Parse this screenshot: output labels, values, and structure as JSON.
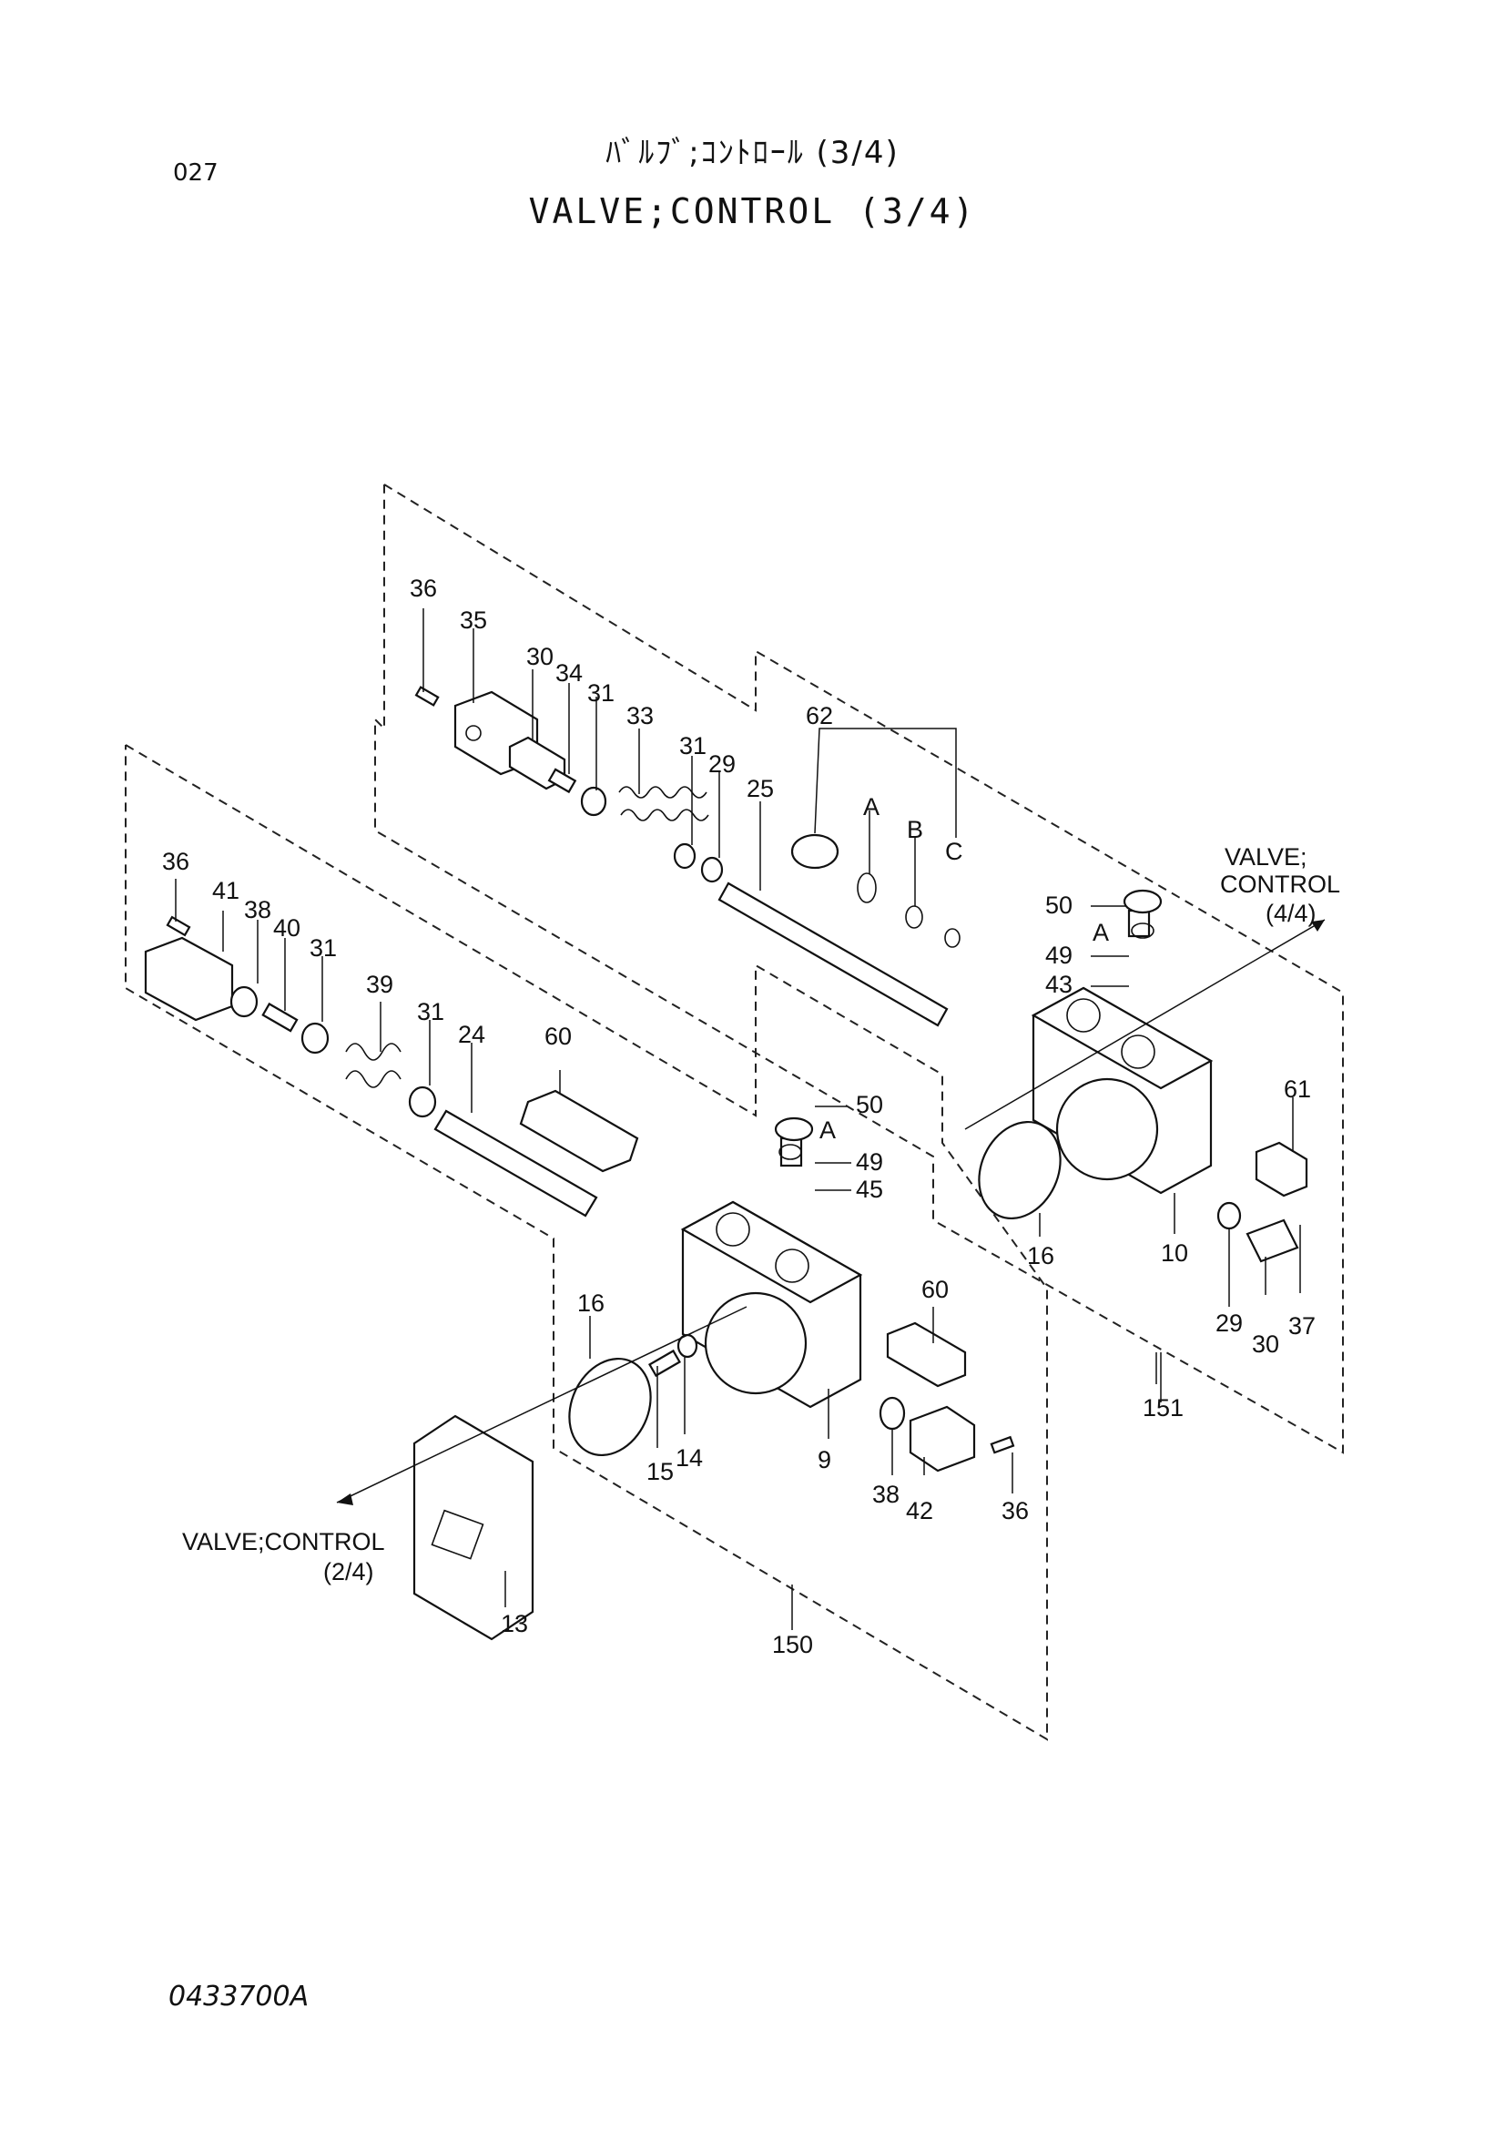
{
  "page_number": "027",
  "title_jp": "ﾊﾞﾙﾌﾞ;ｺﾝﾄﾛｰﾙ (3/4)",
  "title_en": "VALVE;CONTROL (3/4)",
  "drawing_code": "0433700A",
  "refs": {
    "upper_to": [
      "VALVE;",
      "CONTROL",
      "(4/4)"
    ],
    "lower_to": [
      "VALVE;CONTROL",
      "(2/4)"
    ]
  },
  "labels": {
    "u36": "36",
    "u35": "35",
    "u30": "30",
    "u34": "34",
    "u31a": "31",
    "u33": "33",
    "u31b": "31",
    "u29": "29",
    "u25": "25",
    "u62": "62",
    "uA": "A",
    "uB": "B",
    "uC": "C",
    "u50": "50",
    "uA2": "A",
    "u49": "49",
    "u43": "43",
    "u61": "61",
    "u16": "16",
    "u10": "10",
    "u29b": "29",
    "u30b": "30",
    "u37": "37",
    "u151": "151",
    "l36": "36",
    "l41": "41",
    "l38": "38",
    "l40": "40",
    "l31a": "31",
    "l39": "39",
    "l31b": "31",
    "l24": "24",
    "l60a": "60",
    "l50": "50",
    "lA": "A",
    "l49": "49",
    "l45": "45",
    "l16": "16",
    "l15": "15",
    "l14": "14",
    "l9": "9",
    "l60b": "60",
    "l38b": "38",
    "l42": "42",
    "l36b": "36",
    "l13": "13",
    "l150": "150"
  }
}
